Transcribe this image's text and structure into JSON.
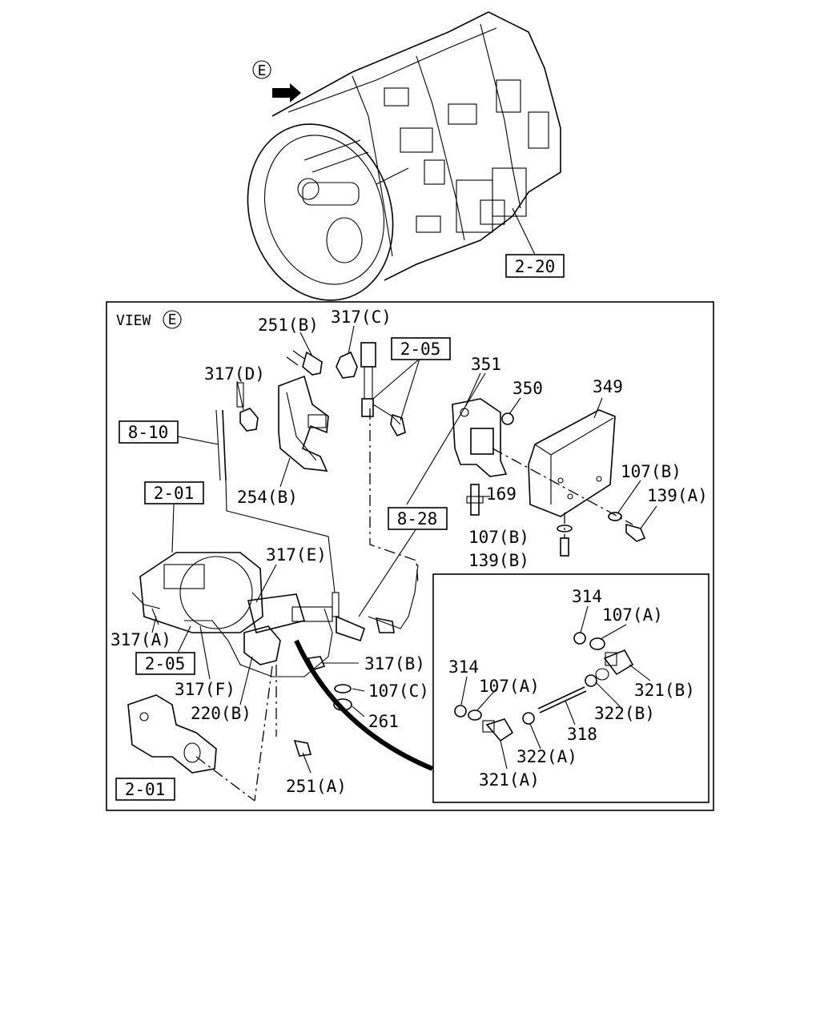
{
  "view_marker": {
    "letter": "E"
  },
  "view_title": {
    "text": "VIEW"
  },
  "refs": {
    "r_2_20": "2-20",
    "r_2_05_top": "2-05",
    "r_8_10": "8-10",
    "r_2_01_top": "2-01",
    "r_8_28": "8-28",
    "r_2_05_bot": "2-05",
    "r_2_01_bot": "2-01"
  },
  "parts": {
    "p251b": "251(B)",
    "p317c": "317(C)",
    "p317d": "317(D)",
    "p254b": "254(B)",
    "p351": "351",
    "p350": "350",
    "p349": "349",
    "p107b_r": "107(B)",
    "p139a": "139(A)",
    "p169": "169",
    "p107b_l": "107(B)",
    "p139b": "139(B)",
    "p317e": "317(E)",
    "p317a": "317(A)",
    "p317f": "317(F)",
    "p220b": "220(B)",
    "p317b": "317(B)",
    "p107c": "107(C)",
    "p261": "261",
    "p251a": "251(A)",
    "p314_top": "314",
    "p107a_top": "107(A)",
    "p314_bot": "314",
    "p107a_bot": "107(A)",
    "p321b": "321(B)",
    "p322b": "322(B)",
    "p318": "318",
    "p322a": "322(A)",
    "p321a": "321(A)"
  }
}
